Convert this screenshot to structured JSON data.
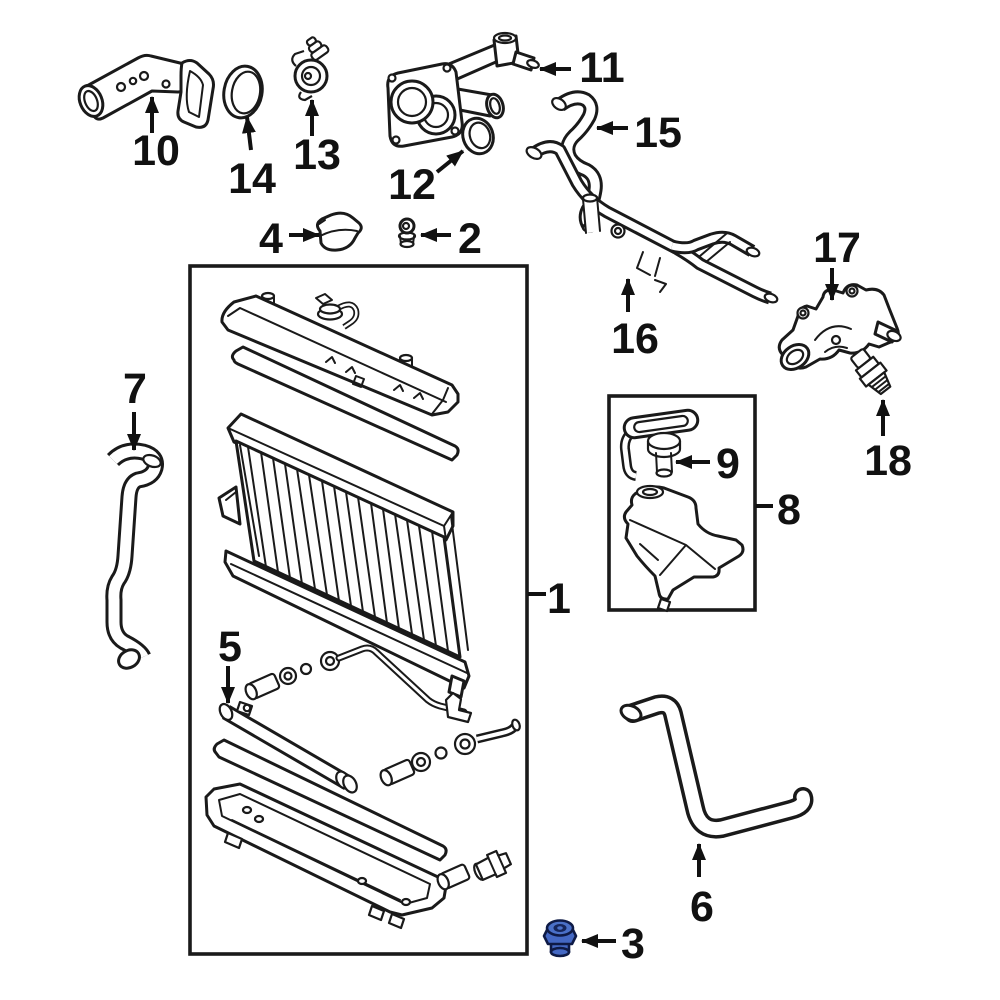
{
  "diagram": {
    "background": "#ffffff",
    "line_color": "#1a1a1a",
    "highlight": {
      "fill": "#4468c4",
      "dark": "#16265c",
      "outline": "#0e1a46"
    },
    "callouts": [
      {
        "num": "1"
      },
      {
        "num": "2"
      },
      {
        "num": "3"
      },
      {
        "num": "4"
      },
      {
        "num": "5"
      },
      {
        "num": "6"
      },
      {
        "num": "7"
      },
      {
        "num": "8"
      },
      {
        "num": "9"
      },
      {
        "num": "10"
      },
      {
        "num": "11"
      },
      {
        "num": "12"
      },
      {
        "num": "13"
      },
      {
        "num": "14"
      },
      {
        "num": "15"
      },
      {
        "num": "16"
      },
      {
        "num": "17"
      },
      {
        "num": "18"
      }
    ]
  }
}
